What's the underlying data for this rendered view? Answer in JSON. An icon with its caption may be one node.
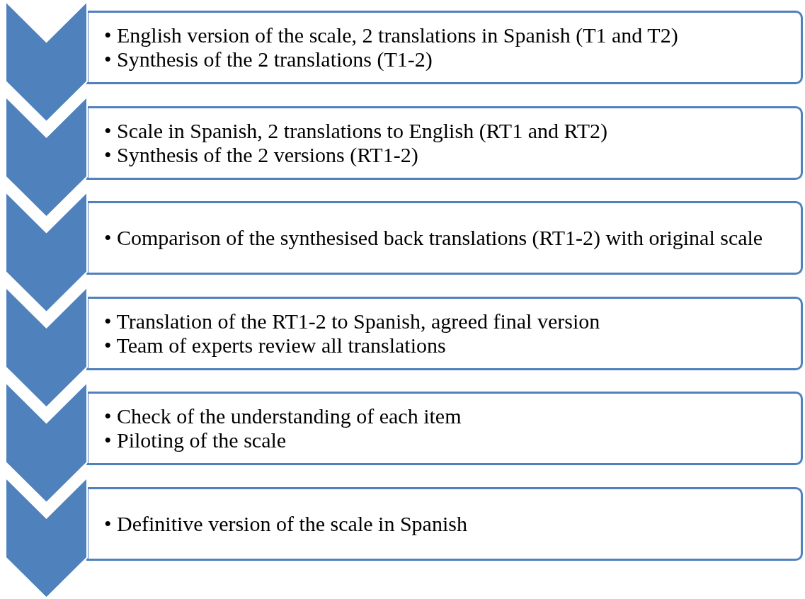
{
  "diagram": {
    "nodes": [
      {
        "text": [
          "• English version of the scale, 2 translations in Spanish (T1 and T2)",
          "• Synthesis of the 2 translations (T1-2)"
        ]
      },
      {
        "text": [
          "• Scale in Spanish, 2 translations to English (RT1 and RT2)",
          "• Synthesis of the 2 versions (RT1-2)"
        ]
      },
      {
        "text": [
          "• Comparison of the synthesised back translations (RT1-2) with original scale"
        ]
      },
      {
        "text": [
          "• Translation of the RT1-2 to Spanish, agreed final version",
          "• Team of experts review all translations"
        ]
      },
      {
        "text": [
          "• Check of the understanding of each item",
          "• Piloting of the scale"
        ]
      },
      {
        "text": [
          "• Definitive version of the scale in Spanish"
        ]
      }
    ],
    "edges": [
      {
        "from": 0,
        "to": 1,
        "arrow": "to"
      },
      {
        "from": 1,
        "to": 2,
        "arrow": "to"
      },
      {
        "from": 2,
        "to": 3,
        "arrow": "to"
      },
      {
        "from": 3,
        "to": 4,
        "arrow": "to"
      },
      {
        "from": 4,
        "to": 5,
        "arrow": "to"
      }
    ]
  }
}
